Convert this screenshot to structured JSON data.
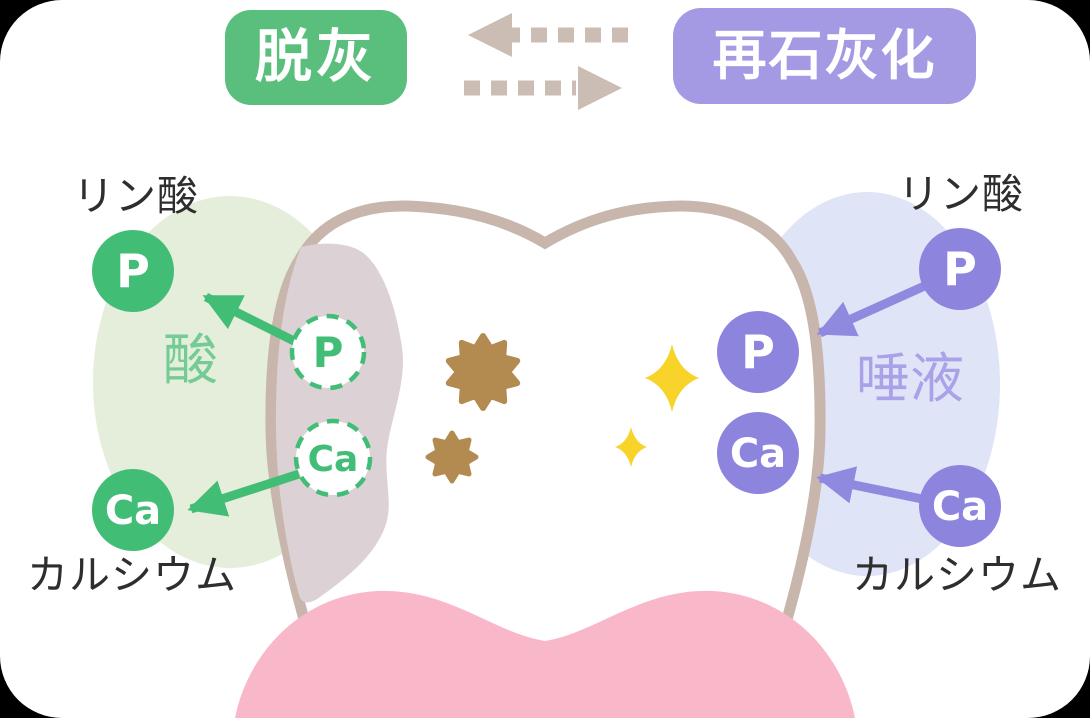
{
  "header": {
    "demineralization_label": "脱灰",
    "remineralization_label": "再石灰化"
  },
  "acid_side": {
    "area_label": "酸",
    "phosphate_label": "リン酸",
    "calcium_label": "カルシウム",
    "phosphorus_symbol": "P",
    "calcium_symbol": "Ca",
    "tooth_phosphorus_symbol": "P",
    "tooth_calcium_symbol": "Ca"
  },
  "saliva_side": {
    "area_label": "唾液",
    "phosphate_label": "リン酸",
    "calcium_label": "カルシウム",
    "phosphorus_symbol": "P",
    "calcium_symbol": "Ca",
    "tooth_phosphorus_symbol": "P",
    "tooth_calcium_symbol": "Ca"
  },
  "colors": {
    "demineralization_green": "#5abf7d",
    "mineral_green": "#41bd76",
    "acid_text_green": "#74cb95",
    "remineralization_purple": "#a49ae3",
    "mineral_purple": "#8d85dd",
    "saliva_text_purple": "#aaa2e8",
    "acid_area_bg": "#e4eeda",
    "saliva_area_bg": "#dfe4f6",
    "tooth_outline": "#c8b6ac",
    "decay_area": "#dcd1d5",
    "gum_pink": "#f9b8ca",
    "bacteria_brown": "#b38a4f",
    "sparkle_yellow": "#f8d42a",
    "exchange_arrow_gray": "#cbbcb4",
    "label_text": "#2e2e2e"
  }
}
